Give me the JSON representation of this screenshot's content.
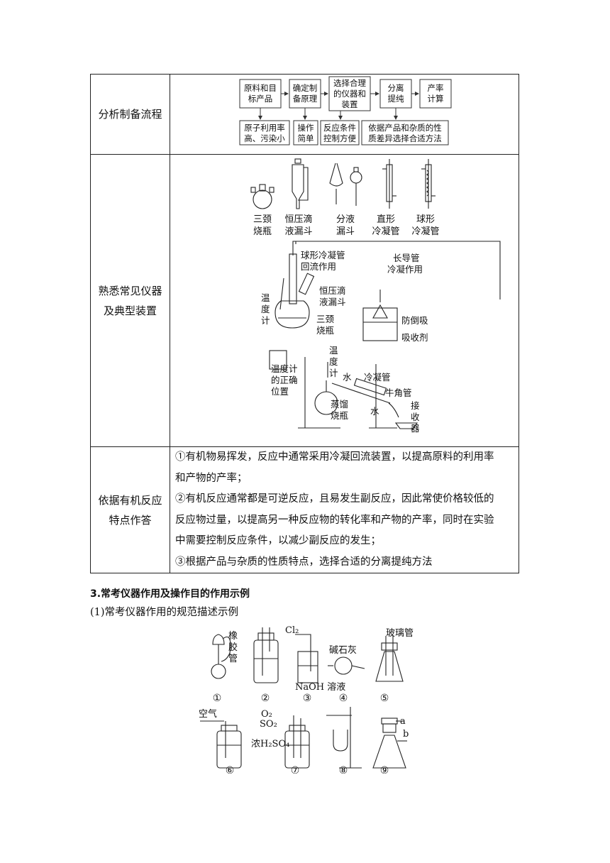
{
  "table": {
    "rows": [
      {
        "label_lines": [
          "分析制备流程"
        ]
      },
      {
        "label_lines": [
          "熟悉常见仪器",
          "及典型装置"
        ]
      },
      {
        "label_lines": [
          "依据有机反应",
          "特点作答"
        ]
      }
    ],
    "flow": {
      "top": [
        [
          "原料和目",
          "标产品"
        ],
        [
          "确定制",
          "备原理"
        ],
        [
          "选择合理",
          "的仪器和",
          "装置"
        ],
        [
          "分离",
          "提纯"
        ],
        [
          "产率",
          "计算"
        ]
      ],
      "bottom": [
        [
          "原子利用率",
          "高、污染小"
        ],
        [
          "操作",
          "简单"
        ],
        [
          "反应条件",
          "控制方便"
        ],
        [
          "依据产品和杂质的性",
          "质差异选择合适方法"
        ]
      ]
    },
    "apparatus_labels": {
      "three_neck": [
        "三颈",
        "烧瓶"
      ],
      "const_funnel": [
        "恒压滴",
        "液漏斗"
      ],
      "sep_funnel": [
        "分液",
        "漏斗"
      ],
      "straight_cond": [
        "直形",
        "冷凝管"
      ],
      "bulb_cond": [
        "球形",
        "冷凝管"
      ]
    },
    "reflux_labels": {
      "reflux": [
        "球形冷凝管",
        "回流作用"
      ],
      "long_tube": [
        "长导管",
        "冷凝作用"
      ],
      "thermo": [
        "温",
        "度",
        "计"
      ],
      "funnel": [
        "恒压滴",
        "液漏斗"
      ],
      "flask": [
        "三颈",
        "烧瓶"
      ],
      "anti_suck": "防倒吸",
      "absorbent": "吸收剂"
    },
    "distill_labels": {
      "thermo_pos": [
        "温度计",
        "的正确",
        "位置"
      ],
      "thermo": [
        "温",
        "度",
        "计"
      ],
      "water_top": "水",
      "condenser": "冷凝管",
      "adapter": "牛角管",
      "flask": [
        "蒸馏",
        "烧瓶"
      ],
      "water_bottom": "水",
      "receiver": [
        "接",
        "收",
        "器"
      ]
    },
    "notes": [
      "①有机物易挥发，反应中通常采用冷凝回流装置，以提高原料的利用率",
      "和产物的产率；",
      "②有机反应通常都是可逆反应，且易发生副反应，因此常使价格较低的",
      "反应物过量，以提高另一种反应物的转化率和产物的产率，同时在实验",
      "中需要控制反应条件，以减少副反应的发生；",
      "③根据产品与杂质的性质特点，选择合适的分离提纯方法"
    ]
  },
  "section": {
    "heading": "3.常考仪器作用及操作目的作用示例",
    "subheading": "(1)常考仪器作用的规范描述示例"
  },
  "figures": {
    "row1_labels": {
      "rubber": [
        "橡",
        "胶",
        "管"
      ],
      "cl2": "Cl₂",
      "naoh": "NaOH 溶液",
      "soda_lime": "碱石灰",
      "glass_tube": "玻璃管"
    },
    "row1_numbers": [
      "①",
      "②",
      "③",
      "④",
      "⑤"
    ],
    "row2_labels": {
      "air": "空气",
      "o2": "O₂",
      "so2": "SO₂",
      "h2so4": "浓H₂SO₄",
      "a": "a",
      "b": "b"
    },
    "row2_numbers": [
      "⑥",
      "⑦",
      "⑧",
      "⑨"
    ]
  }
}
